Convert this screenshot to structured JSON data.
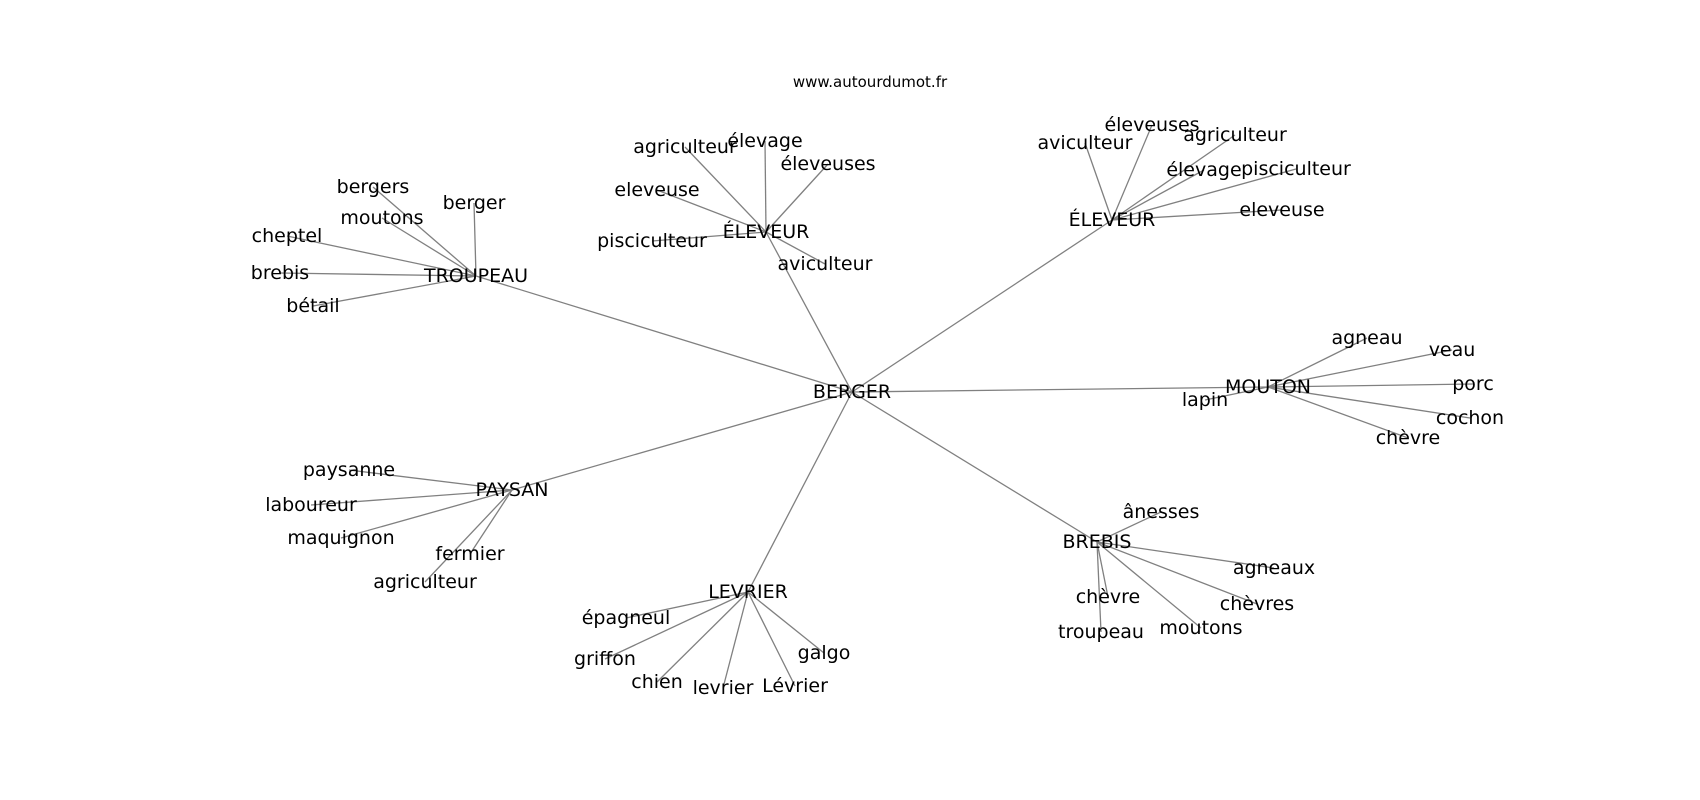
{
  "header": {
    "site": "www.autourdumot.fr"
  },
  "graph": {
    "root": "BERGER",
    "clusters": [
      {
        "hub": "TROUPEAU",
        "leaves": [
          "bergers",
          "berger",
          "moutons",
          "cheptel",
          "brebis",
          "bétail"
        ]
      },
      {
        "hub": "ÉLEVEUR",
        "leaves": [
          "agriculteur",
          "élevage",
          "éleveuses",
          "eleveuse",
          "pisciculteur",
          "aviculteur"
        ]
      },
      {
        "hub": "ÉLEVEUR",
        "leaves": [
          "éleveuses",
          "aviculteur",
          "agriculteur",
          "élevage",
          "pisciculteur",
          "eleveuse"
        ]
      },
      {
        "hub": "MOUTON",
        "leaves": [
          "agneau",
          "veau",
          "porc",
          "lapin",
          "cochon",
          "chèvre"
        ]
      },
      {
        "hub": "BREBIS",
        "leaves": [
          "ânesses",
          "agneaux",
          "chèvre",
          "chèvres",
          "moutons",
          "troupeau"
        ]
      },
      {
        "hub": "LEVRIER",
        "leaves": [
          "épagneul",
          "griffon",
          "chien",
          "levrier",
          "Lévrier",
          "galgo"
        ]
      },
      {
        "hub": "PAYSAN",
        "leaves": [
          "paysanne",
          "laboureur",
          "maquignon",
          "fermier",
          "agriculteur"
        ]
      }
    ]
  }
}
